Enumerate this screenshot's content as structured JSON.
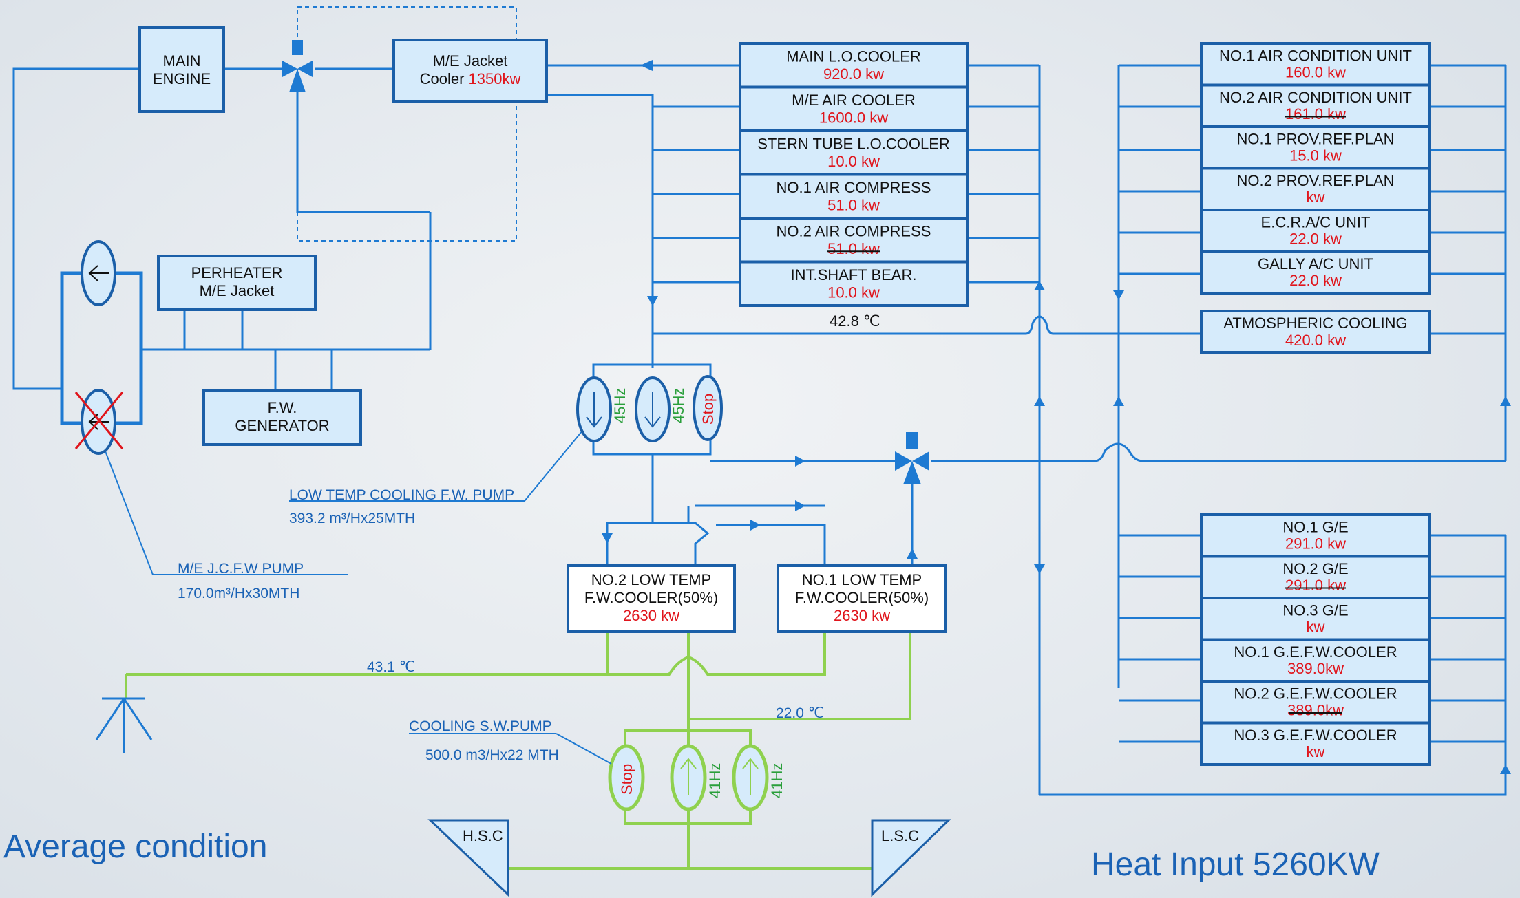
{
  "main_engine": {
    "line1": "MAIN",
    "line2": "ENGINE"
  },
  "jacket_cooler": {
    "line1": "M/E Jacket",
    "line2_prefix": "Cooler ",
    "value": "1350kw"
  },
  "preheater": {
    "line1": "PERHEATER",
    "line2": "M/E Jacket"
  },
  "fw_generator": {
    "line1": "F.W.",
    "line2": "GENERATOR"
  },
  "consumers_left": [
    {
      "name": "MAIN L.O.COOLER",
      "value": "920.0 kw",
      "strike": false
    },
    {
      "name": "M/E AIR COOLER",
      "value": "1600.0 kw",
      "strike": false
    },
    {
      "name": "STERN TUBE L.O.COOLER",
      "value": "10.0 kw",
      "strike": false
    },
    {
      "name": "NO.1 AIR COMPRESS",
      "value": "51.0 kw",
      "strike": false
    },
    {
      "name": "NO.2 AIR COMPRESS",
      "value": "51.0 kw",
      "strike": true
    },
    {
      "name": "INT.SHAFT BEAR.",
      "value": "10.0 kw",
      "strike": false
    }
  ],
  "consumers_right_top": [
    {
      "name": "NO.1 AIR CONDITION UNIT",
      "value": "160.0 kw",
      "strike": false,
      "color": "#e0151c"
    },
    {
      "name": "NO.2 AIR CONDITION UNIT",
      "value": "161.0 kw",
      "strike": true,
      "color": "#e0151c"
    },
    {
      "name": "NO.1 PROV.REF.PLAN",
      "value": "15.0 kw",
      "strike": false,
      "color": "#e0151c"
    },
    {
      "name": "NO.2 PROV.REF.PLAN",
      "value": "kw",
      "strike": false,
      "color": "#e0151c"
    },
    {
      "name": "E.C.R.A/C UNIT",
      "value": "22.0 kw",
      "strike": false,
      "color": "#111111"
    },
    {
      "name": "GALLY A/C UNIT",
      "value": "22.0 kw",
      "strike": false,
      "color": "#111111"
    }
  ],
  "atmospheric": {
    "name": "ATMOSPHERIC COOLING",
    "value": "420.0 kw"
  },
  "consumers_right_bottom": [
    {
      "name": "NO.1 G/E",
      "value": "291.0 kw",
      "strike": false
    },
    {
      "name": "NO.2 G/E",
      "value": "291.0 kw",
      "strike": true
    },
    {
      "name": "NO.3 G/E",
      "value": "kw",
      "strike": false
    },
    {
      "name": "NO.1 G.E.F.W.COOLER",
      "value": "389.0kw",
      "strike": false
    },
    {
      "name": "NO.2 G.E.F.W.COOLER",
      "value": "389.0kw",
      "strike": true
    },
    {
      "name": "NO.3 G.E.F.W.COOLER",
      "value": "kw",
      "strike": false
    }
  ],
  "temp_lt_out": "42.8 ℃",
  "temp_sw_out": "43.1 ℃",
  "temp_sw_in": "22.0 ℃",
  "lt_pump": {
    "title": "LOW TEMP COOLING F.W. PUMP",
    "spec": "393.2 m³/Hx25MTH",
    "p1": "45Hz",
    "p2": "45Hz",
    "p3": "Stop"
  },
  "je_pump": {
    "title": "M/E J.C.F.W PUMP",
    "spec": "170.0m³/Hx30MTH"
  },
  "sw_pump": {
    "title": "COOLING S.W.PUMP",
    "spec": "500.0 m3/Hx22 MTH",
    "p1": "Stop",
    "p2": "41Hz",
    "p3": "41Hz"
  },
  "cooler2": {
    "line1": "NO.2 LOW TEMP",
    "line2": "F.W.COOLER(50%)",
    "value": "2630 kw"
  },
  "cooler1": {
    "line1": "NO.1 LOW TEMP",
    "line2": "F.W.COOLER(50%)",
    "value": "2630 kw"
  },
  "hsc": "H.S.C",
  "lsc": "L.S.C",
  "condition": "Average condition",
  "heat_input": "Heat Input 5260KW"
}
